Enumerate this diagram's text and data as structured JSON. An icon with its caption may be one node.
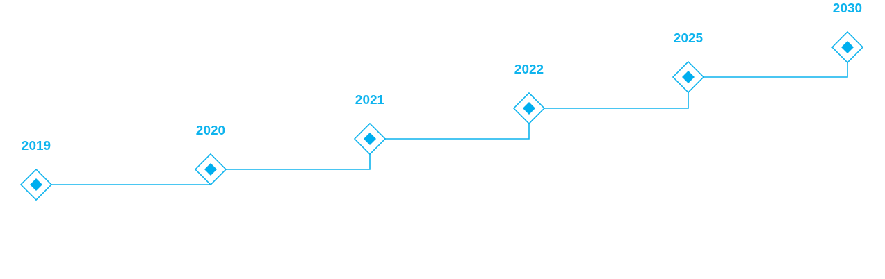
{
  "diagram": {
    "nodes": [
      {
        "text": [],
        "shape": "diamond",
        "beside": [
          "2019"
        ]
      },
      {
        "text": [],
        "shape": "diamond",
        "beside": [
          "2020"
        ]
      },
      {
        "text": [],
        "shape": "diamond",
        "beside": [
          "2021"
        ]
      },
      {
        "text": [],
        "shape": "diamond",
        "beside": [
          "2022"
        ]
      },
      {
        "text": [],
        "shape": "diamond",
        "beside": [
          "2025"
        ]
      },
      {
        "text": [],
        "shape": "diamond",
        "beside": [
          "2030"
        ]
      }
    ],
    "edges": [
      {
        "from": 0,
        "to": 1,
        "arrow": "none"
      },
      {
        "from": 1,
        "to": 2,
        "arrow": "none"
      },
      {
        "from": 2,
        "to": 3,
        "arrow": "none"
      },
      {
        "from": 3,
        "to": 4,
        "arrow": "none"
      },
      {
        "from": 4,
        "to": 5,
        "arrow": "none"
      }
    ]
  }
}
